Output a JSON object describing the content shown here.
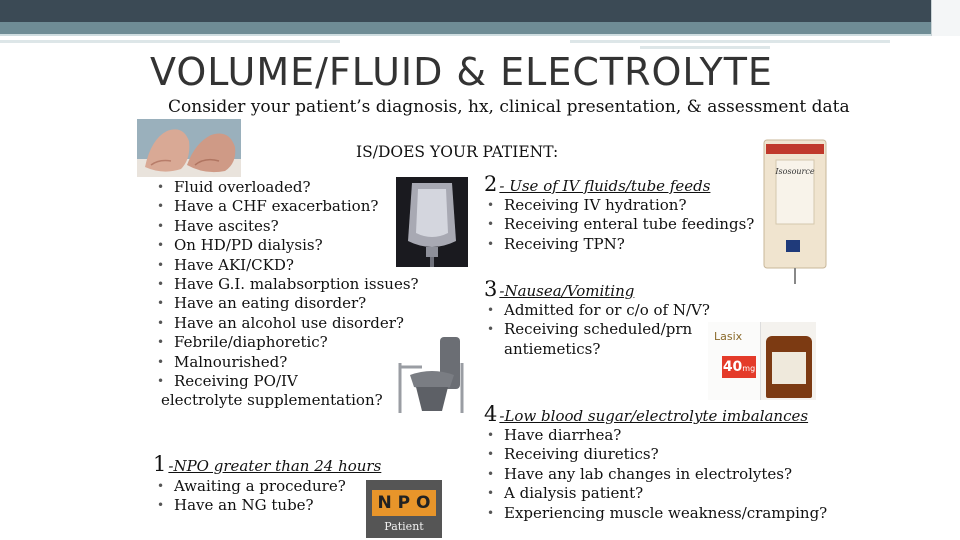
{
  "slide": {
    "title": "VOLUME/FLUID & ELECTROLYTE",
    "subtitle": "Consider your patient’s diagnosis, hx, clinical presentation, & assessment data",
    "heading": "IS/DOES YOUR PATIENT:"
  },
  "left_list": [
    "Fluid overloaded?",
    "Have a CHF exacerbation?",
    "Have ascites?",
    "On HD/PD dialysis?",
    "Have AKI/CKD?",
    "Have G.I. malabsorption issues?",
    "Have an eating disorder?",
    "Have an alcohol use disorder?",
    "Febrile/diaphoretic?",
    "Malnourished?",
    "Receiving PO/IV"
  ],
  "left_list_continuation": "electrolyte supplementation?",
  "section1": {
    "number": "1",
    "title": "-NPO greater than 24 hours",
    "items": [
      "Awaiting a procedure?",
      "Have an NG tube?"
    ]
  },
  "section2": {
    "number": "2",
    "title": "- Use of IV fluids/tube feeds",
    "items": [
      "Receiving IV hydration?",
      "Receiving enteral tube feedings?",
      "Receiving TPN?"
    ]
  },
  "section3": {
    "number": "3",
    "title": "-Nausea/Vomiting",
    "items": [
      "Admitted for or c/o of N/V?",
      "Receiving scheduled/prn"
    ],
    "continuation": "antiemetics?"
  },
  "section4": {
    "number": "4",
    "title": "-Low blood sugar/electrolyte imbalances",
    "items": [
      "Have diarrhea?",
      "Receiving diuretics?",
      "Have any lab changes in electrolytes?",
      "A dialysis patient?",
      "Experiencing muscle weakness/cramping?"
    ]
  },
  "images": {
    "npo_sign_text": "N P O",
    "npo_sign_sub": "Patient",
    "lasix_label": "Lasix",
    "lasix_dose": "40",
    "lasix_dose_unit": "mg",
    "feeding_bag_brand": "Isosource"
  }
}
